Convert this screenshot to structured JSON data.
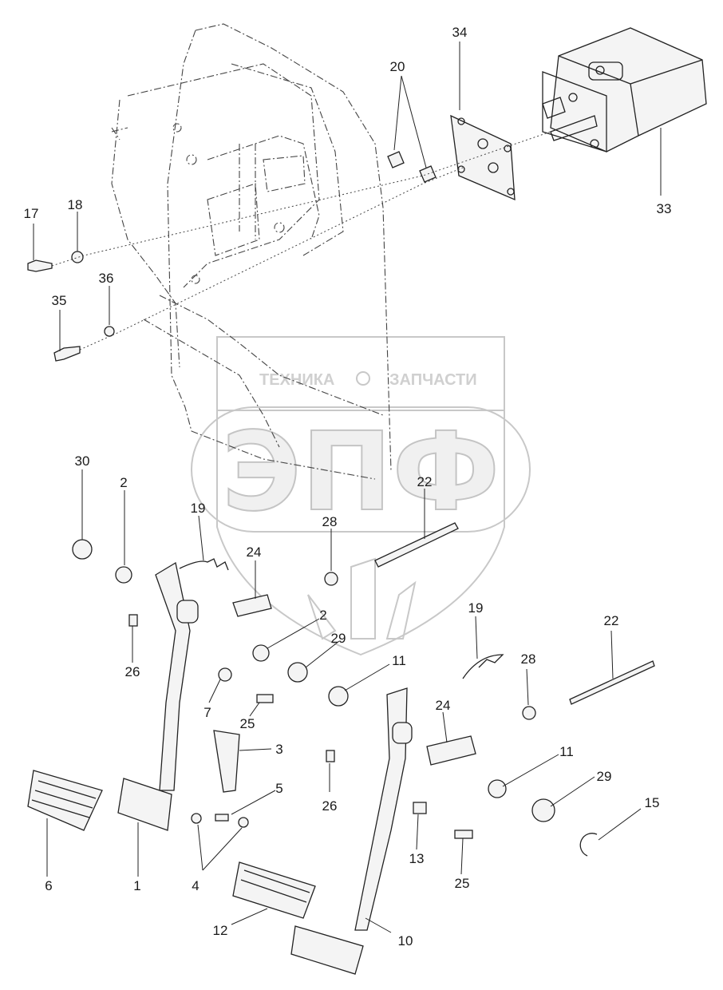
{
  "watermark": {
    "brand_left": "ТЕХНИКА",
    "brand_right": "ЗАПЧАСТИ",
    "logo": "ЭПФ"
  },
  "callouts": {
    "c1": "1",
    "c2a": "2",
    "c2b": "2",
    "c3": "3",
    "c4": "4",
    "c5": "5",
    "c6": "6",
    "c7": "7",
    "c10": "10",
    "c11a": "11",
    "c11b": "11",
    "c12": "12",
    "c13": "13",
    "c15": "15",
    "c17": "17",
    "c18": "18",
    "c19a": "19",
    "c19b": "19",
    "c20": "20",
    "c22a": "22",
    "c22b": "22",
    "c24a": "24",
    "c24b": "24",
    "c25a": "25",
    "c25b": "25",
    "c26a": "26",
    "c26b": "26",
    "c28a": "28",
    "c28b": "28",
    "c29a": "29",
    "c29b": "29",
    "c30": "30",
    "c33": "33",
    "c34": "34",
    "c35": "35",
    "c36": "36"
  }
}
